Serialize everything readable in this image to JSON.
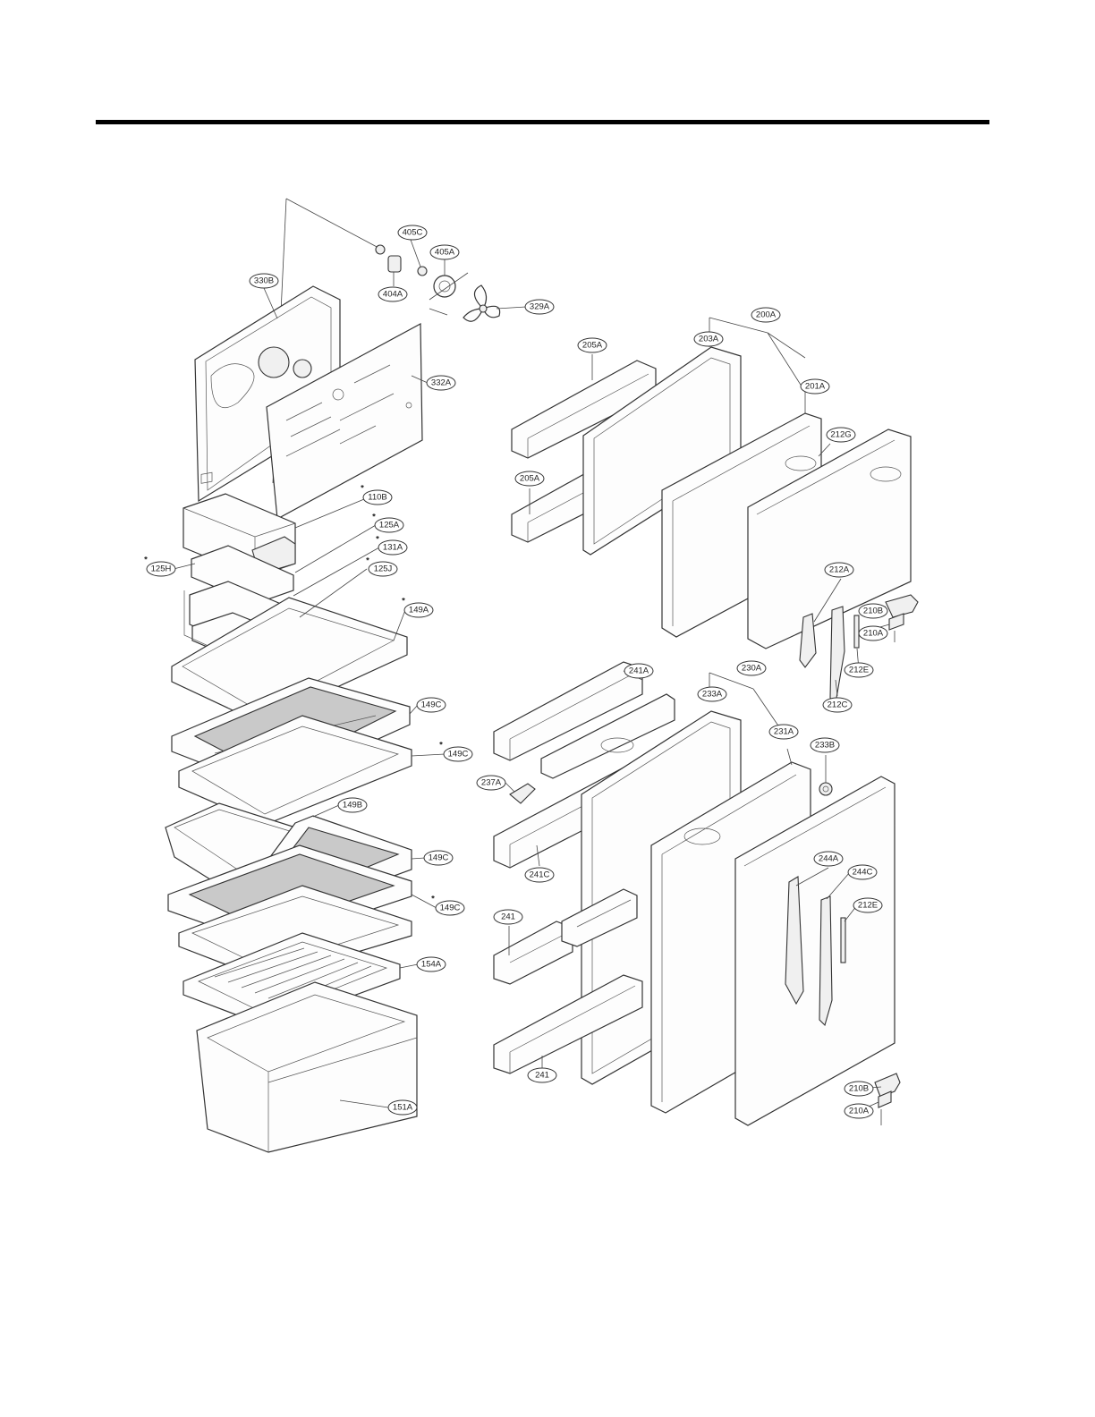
{
  "callouts": [
    {
      "id": "405C",
      "starred": false
    },
    {
      "id": "405A",
      "starred": false
    },
    {
      "id": "330B",
      "starred": false
    },
    {
      "id": "404A",
      "starred": false
    },
    {
      "id": "329A",
      "starred": false
    },
    {
      "id": "332A",
      "starred": false
    },
    {
      "id": "110B",
      "starred": true
    },
    {
      "id": "125A",
      "starred": true
    },
    {
      "id": "131A",
      "starred": true
    },
    {
      "id": "125H",
      "starred": true
    },
    {
      "id": "125J",
      "starred": true
    },
    {
      "id": "149A",
      "starred": true
    },
    {
      "id": "149C",
      "starred": false
    },
    {
      "id": "149C",
      "starred": true
    },
    {
      "id": "149B",
      "starred": false
    },
    {
      "id": "149C",
      "starred": false
    },
    {
      "id": "149C",
      "starred": true
    },
    {
      "id": "154A",
      "starred": false
    },
    {
      "id": "151A",
      "starred": false
    },
    {
      "id": "200A",
      "starred": false
    },
    {
      "id": "203A",
      "starred": false
    },
    {
      "id": "205A",
      "starred": false
    },
    {
      "id": "201A",
      "starred": false
    },
    {
      "id": "212G",
      "starred": false
    },
    {
      "id": "205A",
      "starred": false
    },
    {
      "id": "212A",
      "starred": false
    },
    {
      "id": "210B",
      "starred": false
    },
    {
      "id": "210A",
      "starred": false
    },
    {
      "id": "212E",
      "starred": false
    },
    {
      "id": "212C",
      "starred": false
    },
    {
      "id": "241A",
      "starred": false
    },
    {
      "id": "230A",
      "starred": false
    },
    {
      "id": "233A",
      "starred": false
    },
    {
      "id": "231A",
      "starred": false
    },
    {
      "id": "233B",
      "starred": false
    },
    {
      "id": "237A",
      "starred": false
    },
    {
      "id": "241C",
      "starred": false
    },
    {
      "id": "244A",
      "starred": false
    },
    {
      "id": "244C",
      "starred": false
    },
    {
      "id": "212E",
      "starred": false
    },
    {
      "id": "241",
      "starred": false
    },
    {
      "id": "241",
      "starred": false
    },
    {
      "id": "210B",
      "starred": false
    },
    {
      "id": "210A",
      "starred": false
    }
  ]
}
